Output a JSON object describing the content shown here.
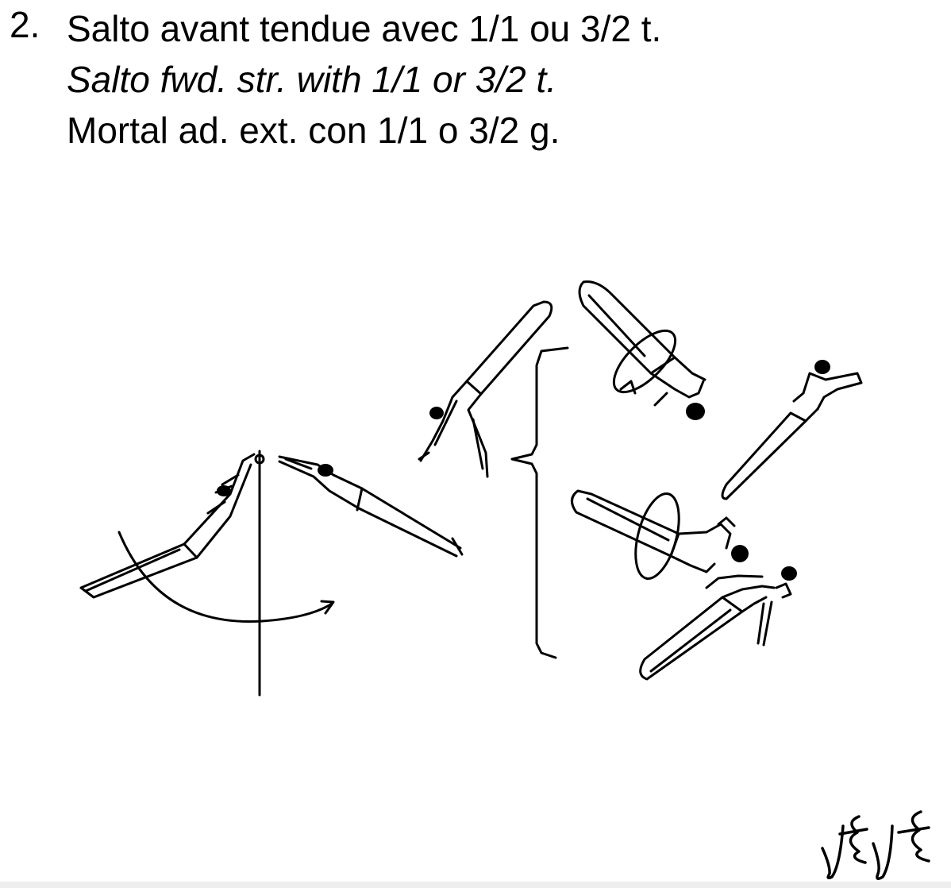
{
  "caption": {
    "number": "2.",
    "lines": [
      {
        "lang": "fr",
        "text": "Salto avant tendue avec 1/1 ou 3/2 t."
      },
      {
        "lang": "en",
        "text": "Salto fwd. str. with 1/1 or 3/2 t."
      },
      {
        "lang": "es",
        "text": "Mortal ad. ext. con 1/1 o 3/2 g."
      }
    ]
  },
  "colors": {
    "ink": "#000000",
    "background": "#ffffff"
  },
  "icons": {
    "illustration": "gymnast-salto-sequence-sketch",
    "signature": "handwritten-signature"
  }
}
